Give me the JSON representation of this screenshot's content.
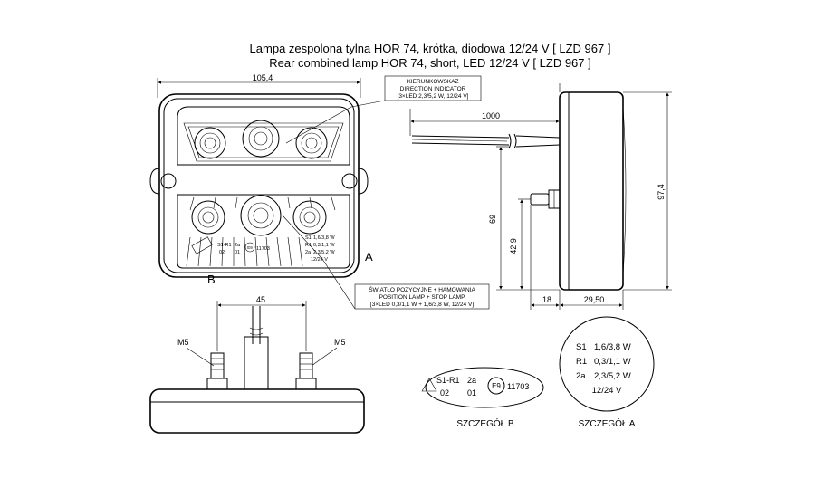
{
  "title": {
    "polish": "Lampa zespolona tylna HOR 74, krótka, diodowa 12/24 V [ LZD 967 ]",
    "english": "Rear combined lamp HOR 74, short, LED 12/24 V [ LZD 967 ]"
  },
  "dimensions": {
    "front_width": "105,4",
    "cable_length": "1000",
    "height_total": "97,4",
    "stud_height": "69",
    "stud_low": "42,9",
    "side_depth": "29,50",
    "side_offset": "18",
    "stud_spacing": "45",
    "stud_thread_left": "M5",
    "stud_thread_right": "M5"
  },
  "callouts": {
    "indicator": {
      "line1": "KIERUNKOWSKAZ",
      "line2": "DIRECTION INDICATOR",
      "line3": "[3×LED 2,3/5,2 W, 12/24 V]"
    },
    "position": {
      "line1": "ŚWIATŁO POZYCYJNE + HAMOWANIA",
      "line2": "POSITION LAMP + STOP LAMP",
      "line3": "[3×LED 0,3/1,1 W + 1,6/3,8 W, 12/24 V]"
    }
  },
  "markers": {
    "a": "A",
    "b": "B"
  },
  "detail_b": {
    "code_row1": [
      "S1-R1",
      "2a"
    ],
    "code_row2": [
      "02",
      "01"
    ],
    "e_mark": "E9",
    "approval": "11703",
    "caption": "SZCZEGÓŁ B"
  },
  "detail_a": {
    "rows": [
      [
        "S1",
        "1,6/3,8 W"
      ],
      [
        "R1",
        "0,3/1,1 W"
      ],
      [
        "2a",
        "2,3/5,2 W"
      ]
    ],
    "voltage": "12/24 V",
    "caption": "SZCZEGÓŁ A"
  },
  "front_small_marks": {
    "b_row1": [
      "S1-R1",
      "2a"
    ],
    "b_row2": [
      "02",
      "01"
    ],
    "b_emark": "E9",
    "b_approval": "11703",
    "a_rows": [
      [
        "S1",
        "1,6/3,8 W"
      ],
      [
        "R1",
        "0,3/1,1 W"
      ],
      [
        "2a",
        "2,3/5,2 W"
      ]
    ],
    "a_voltage": "12/24 V"
  }
}
